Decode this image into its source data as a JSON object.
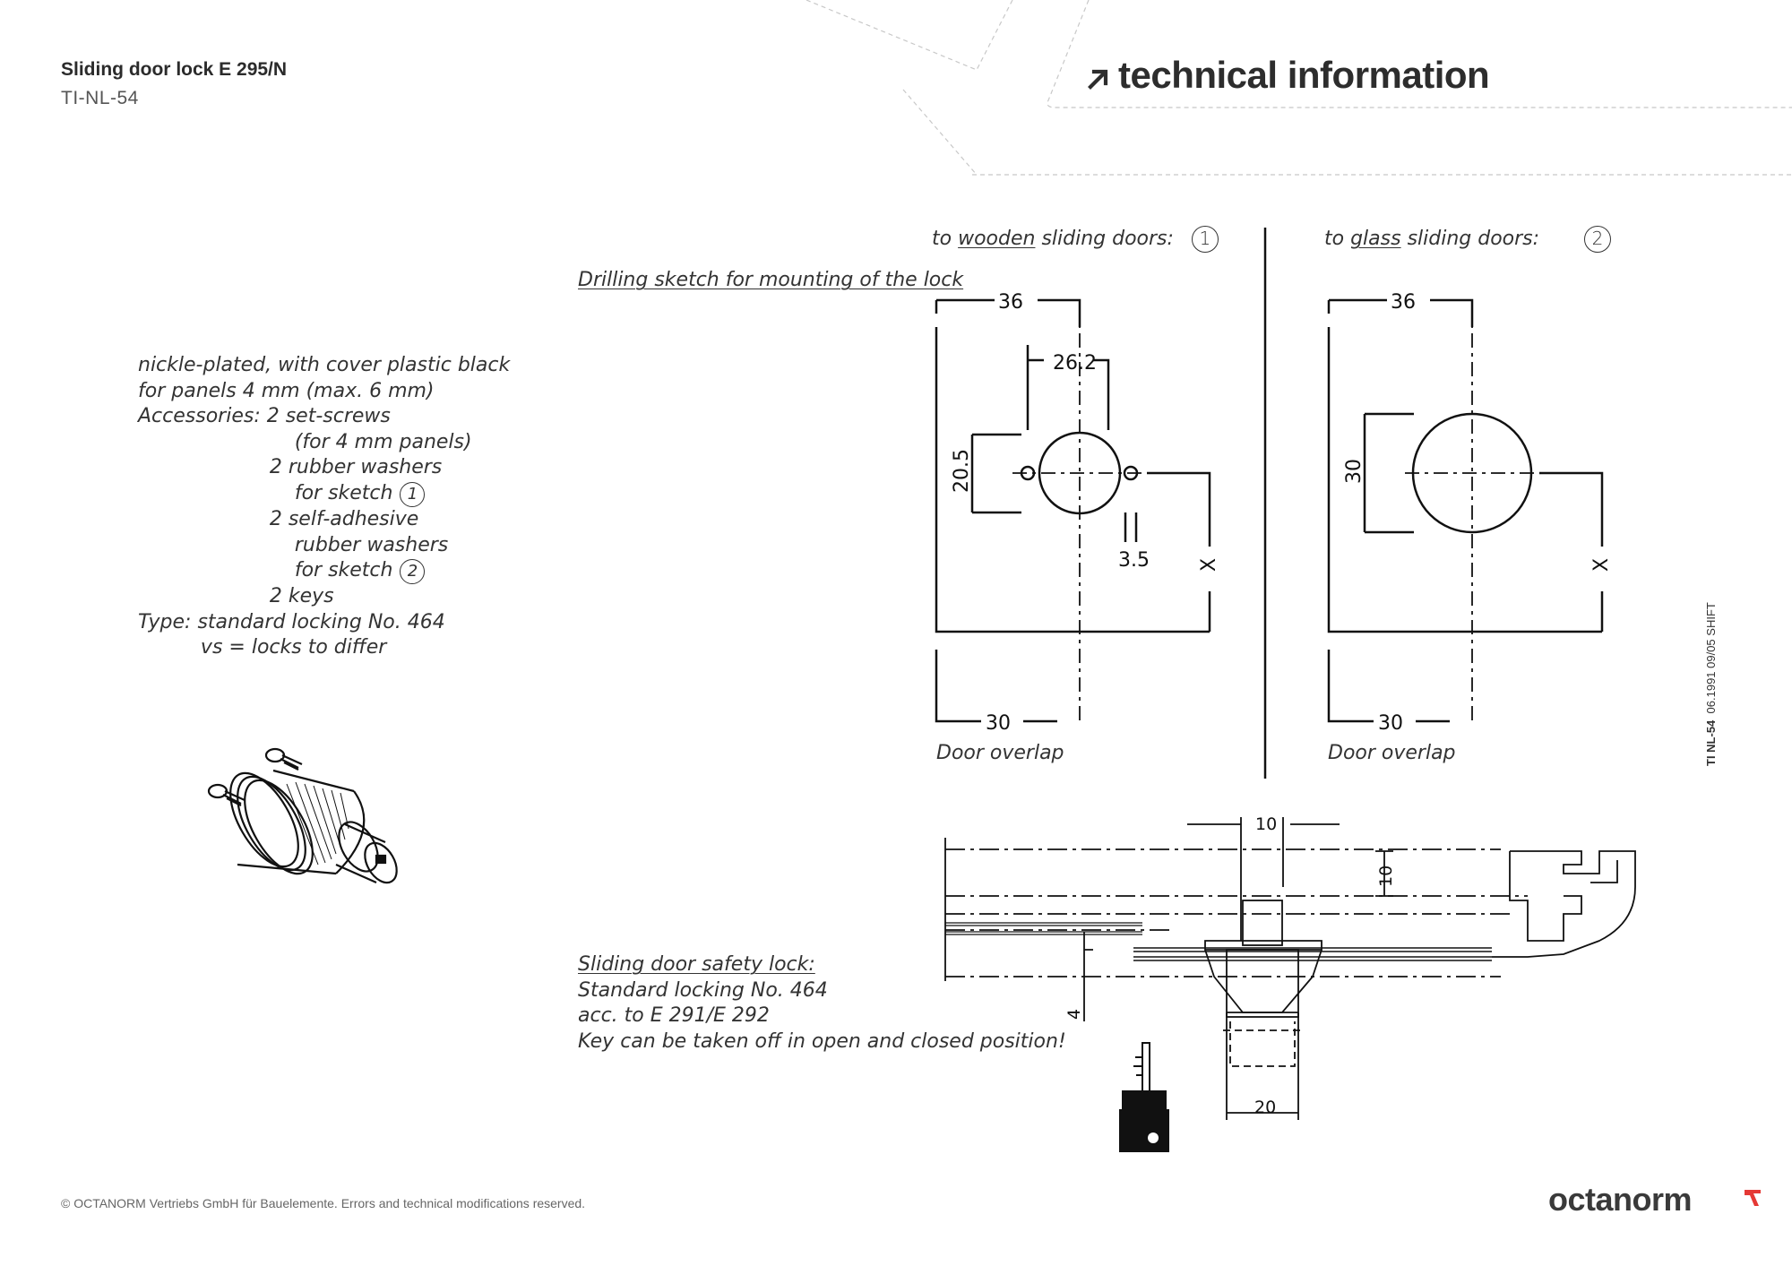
{
  "header": {
    "product_title": "Sliding door lock E 295/N",
    "doc_code": "TI-NL-54",
    "section_title": "technical information"
  },
  "description": {
    "lines": [
      "nickle-plated, with cover plastic black",
      "for panels 4 mm (max. 6 mm)",
      "Accessories: 2 set-screws",
      "                         (for 4 mm panels)",
      "                     2 rubber washers",
      "                         for sketch",
      "                     2 self-adhesive",
      "                         rubber washers",
      "                         for sketch",
      "                     2 keys"
    ],
    "sketch_ref_1": "1",
    "sketch_ref_2": "2",
    "type_line": "Type: standard locking No. 464",
    "vs_line": "          vs = locks to differ"
  },
  "drilling": {
    "heading": "Drilling sketch for mounting of the lock",
    "wooden_prefix": "to ",
    "wooden_word": "wooden",
    "wooden_suffix": " sliding doors:",
    "wooden_num": "1",
    "glass_prefix": "to ",
    "glass_word": "glass",
    "glass_suffix": " sliding doors:",
    "glass_num": "2",
    "dims_wooden": {
      "width": "36",
      "hole_spacing": "26.2",
      "height": "20.5",
      "pin": "3.5",
      "x": "X",
      "overlap": "30"
    },
    "dims_glass": {
      "width": "36",
      "height": "30",
      "x": "X",
      "overlap": "30"
    },
    "overlap_label_1": "Door overlap",
    "overlap_label_2": "Door overlap"
  },
  "safety_lock": {
    "title": "Sliding door safety lock:",
    "line1": "Standard locking No. 464",
    "line2": "acc. to E 291/E 292",
    "line3": "Key can be taken off in open and closed position!",
    "dims": {
      "top": "10",
      "side": "10",
      "bottom": "20",
      "left": "4"
    }
  },
  "side_code": {
    "code": "TI NL-54",
    "meta": "06.1991 09/05 SHIFT"
  },
  "footer": {
    "copyright": "© OCTANORM Vertriebs GmbH für Bauelemente. Errors and technical modifications reserved.",
    "brand": "octanorm"
  },
  "colors": {
    "text": "#2b2b2b",
    "brand_red": "#e53935",
    "line": "#111111"
  }
}
